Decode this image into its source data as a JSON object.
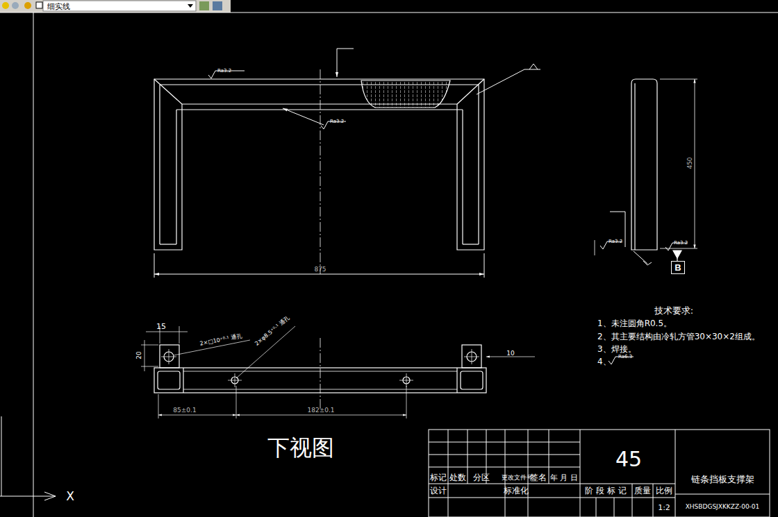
{
  "diagram": {
    "nodes": [
      {
        "text": [
          "B"
        ]
      }
    ],
    "labels": [
      "细实线",
      "Ra3.2",
      "Ra3.2",
      "875",
      "450",
      "Ra3.2",
      "Ra3.2",
      "15",
      "20",
      "2×□10⁺⁰·¹ 通孔",
      "2×φ8.5⁺⁰·¹ 通孔",
      "10",
      "85±0.1",
      "182±0.1",
      "下视图",
      "技术要求:",
      "1、未注圆角R0.5。",
      "2、其主要结构由冷轧方管30×30×2组成。",
      "3、焊接。",
      "4、",
      "Ra6.3",
      "45",
      "标记",
      "处数",
      "分区",
      "更改文件号",
      "签名",
      "年 月 日",
      "设计",
      "标准化",
      "阶 段 标 记",
      "质量",
      "比例",
      "1:2",
      "链条挡板支撑架",
      "XHSBDGSJXKKZZ-00-01",
      "X"
    ]
  }
}
